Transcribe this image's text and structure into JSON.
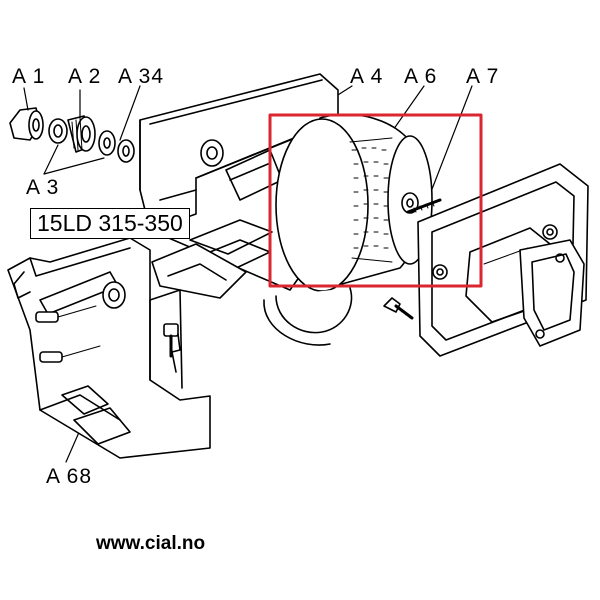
{
  "model_label": "15LD 315-350",
  "website": "www.cial.no",
  "callouts": {
    "a1": "A 1",
    "a2": "A 2",
    "a34": "A 34",
    "a3": "A 3",
    "a4": "A 4",
    "a6": "A 6",
    "a7": "A 7",
    "a68": "A 68"
  },
  "colors": {
    "line": "#000000",
    "highlight": "#d9262f",
    "background": "#ffffff"
  }
}
